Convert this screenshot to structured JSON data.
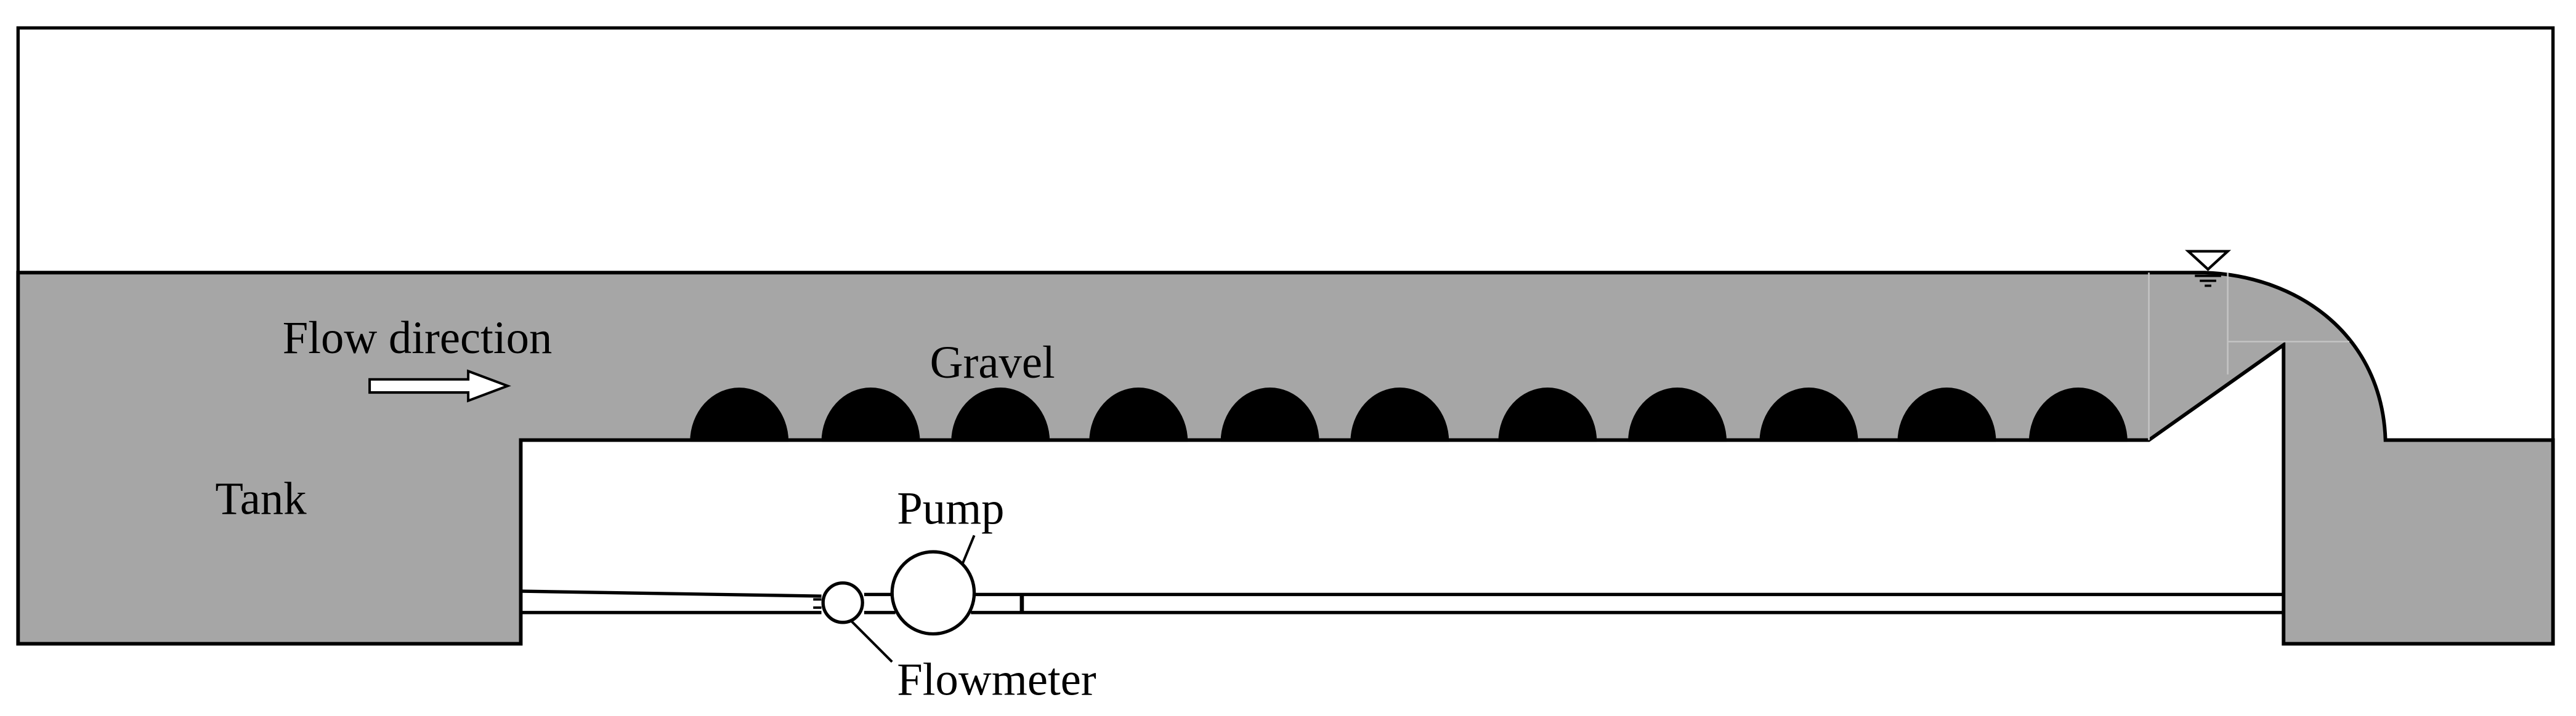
{
  "labels": {
    "flow_direction": "Flow direction",
    "gravel": "Gravel",
    "tank": "Tank",
    "pump": "Pump",
    "flowmeter": "Flowmeter"
  },
  "colors": {
    "water": "#a6a6a6",
    "outline": "#000000",
    "gravel": "#000000",
    "background": "#ffffff"
  },
  "icons": {
    "water_surface": "inverted-triangle-water-level-icon",
    "flow_arrow": "hollow-right-arrow-icon"
  },
  "gravel_count": 11
}
